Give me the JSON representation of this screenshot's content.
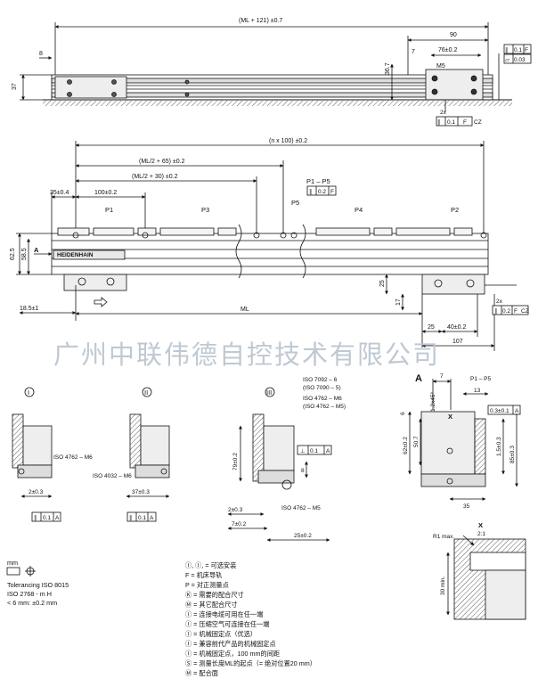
{
  "top_view": {
    "overall": "(ML + 121) ±0.7",
    "left_offset": "8",
    "height": "37",
    "head_width": "90",
    "head_gap": "7",
    "hole_spacing": "76±0.2",
    "thread": "M5",
    "head_height": "36.7",
    "parallel_tol": "0.1",
    "parallel_datum": "F",
    "flat_tol": "0.03",
    "twox": "2x",
    "bottom_tol": "0.1",
    "bottom_datum": "F",
    "bottom_cz": "CZ"
  },
  "front_view": {
    "n100": "(n x 100) ±0.2",
    "ml2_65": "(ML/2 + 65) ±0.2",
    "ml2_30": "(ML/2 + 30) ±0.2",
    "p1p5_label": "P1 – P5",
    "p1p5_tol": "0.2",
    "p1p5_datum": "F",
    "d35": "35±0.4",
    "d100": "100±0.2",
    "p1": "P1",
    "p2": "P2",
    "p3": "P3",
    "p4": "P4",
    "p5": "P5",
    "h625": "62.5",
    "h585": "58.5",
    "arrow_a": "A",
    "brand": "HEIDENHAIN",
    "d185": "18.5±1",
    "ml": "ML",
    "d25v": "25",
    "d17": "17",
    "d25": "25",
    "d40": "40±0.2",
    "d107": "107",
    "twox": "2x",
    "tol": "0.2",
    "datum": "F",
    "cz": "CZ"
  },
  "watermark": "广州中联伟德自控技术有限公司",
  "views": {
    "v1_label": "I",
    "v1_iso": "ISO 4762 – M6",
    "v1_dim": "2±0.3",
    "v1_tol": "0.1",
    "v1_datum": "A",
    "v2_label": "II",
    "v2_iso": "ISO 4032 – M6",
    "v2_dim": "37±0.3",
    "v2_tol": "0.1",
    "v2_datum": "A",
    "v3_label": "III",
    "v3_iso1": "ISO 7092 – 6",
    "v3_iso1b": "(ISO 7090 – 5)",
    "v3_iso2": "ISO 4762 – M6",
    "v3_iso2b": "(ISO 4762 – M5)",
    "v3_h": "79±0.2",
    "v3_perp": "0.1",
    "v3_datum": "A",
    "v3_8": "8",
    "v3_2": "2±0.3",
    "v3_iso3": "ISO 4762 – M5",
    "v3_7": "7±0.2",
    "v3_25": "25±0.2",
    "va_label": "A",
    "va_7": "7",
    "va_p": "P1 – P5",
    "va_13": "13",
    "va_chamfer": "1.2x45°",
    "va_6": "6",
    "va_x": "X",
    "va_03": "0.3±0.1",
    "va_03d": "A",
    "va_507": "50.7",
    "va_62": "62±0.2",
    "va_15": "1.5±0.3",
    "va_85": "85±0.3",
    "va_35": "35",
    "detail_x": "X",
    "detail_scale": "2:1",
    "detail_r": "R1 max.",
    "detail_30": "30 min."
  },
  "tolerancing": {
    "mm": "mm",
    "line1": "Tolerancing ISO 8015",
    "line2": "ISO 2768 - m H",
    "line3": "< 6 mm: ±0.2 mm"
  },
  "legend": [
    "Ⓘ, Ⓘ, = 可选安装",
    "F   = 机床导轨",
    "P   = 对正测量点",
    "Ⓚ = 需要的配合尺寸",
    "Ⓜ = 其它配合尺寸",
    "Ⓘ = 连接电缆可用在任一端",
    "Ⓘ = 压缩空气可连接在任一端",
    "Ⓘ = 机械固定点（优选）",
    "Ⓘ = 兼容前代产品的机械固定点",
    "Ⓘ = 机械固定点，100 mm的间距",
    "Ⓢ = 测量长度ML的起点（= 绝对位置20 mm）",
    "Ⓜ = 配合面"
  ]
}
